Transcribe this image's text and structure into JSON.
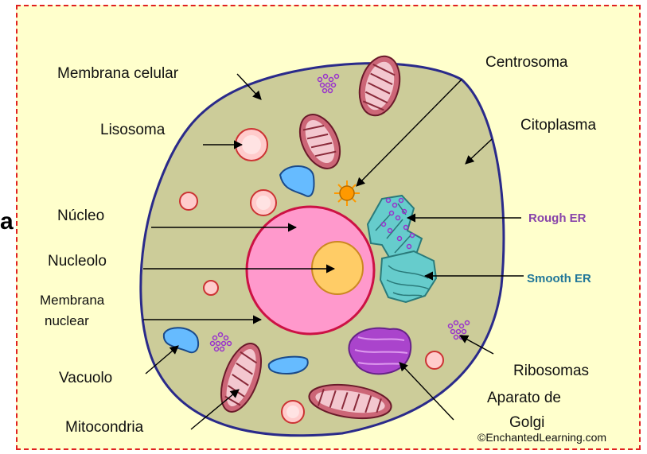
{
  "left_fragment": "a",
  "labels": {
    "membrana_celular": "Membrana celular",
    "lisosoma": "Lisosoma",
    "nucleo": "Núcleo",
    "nucleolo": "Nucleolo",
    "membrana_nuclear_1": "Membrana",
    "membrana_nuclear_2": "nuclear",
    "vacuolo": "Vacuolo",
    "mitocondria": "Mitocondria",
    "centrosoma": "Centrosoma",
    "citoplasma": "Citoplasma",
    "rough_er": "Rough ER",
    "smooth_er": "Smooth ER",
    "ribosomas": "Ribosomas",
    "aparato_1": "Aparato de",
    "aparato_2": "Golgi"
  },
  "credit": "©EnchantedLearning.com",
  "colors": {
    "frame_border": "#e02020",
    "background": "#ffffcc",
    "cytoplasm": "#cccc99",
    "cell_membrane": "#2a2a8a",
    "nucleus": "#ff99cc",
    "nuclear_membrane": "#cc1144",
    "nucleolus": "#ffcc66",
    "mitochondria": "#cc6677",
    "lysosome": "#ffcccc",
    "vacuole": "#66bbff",
    "centrosome": "#ff9900",
    "ribosome": "#9933cc",
    "rough_er_fill": "#66cccc",
    "rough_er_text": "#8844aa",
    "smooth_er_text": "#227799",
    "golgi": "#aa44cc"
  }
}
